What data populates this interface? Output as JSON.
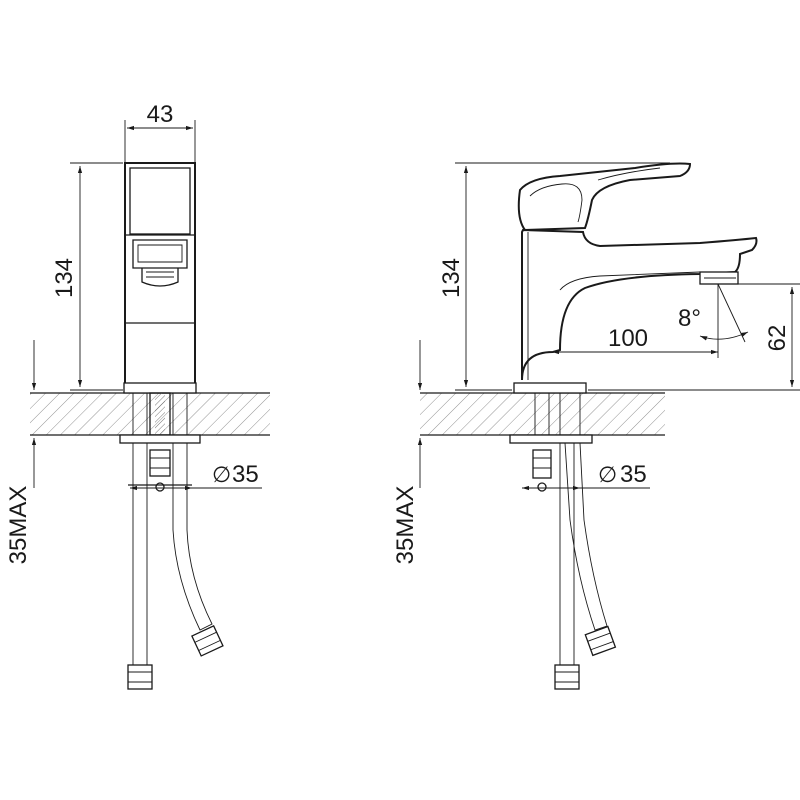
{
  "front_view": {
    "width_dimension": "43",
    "height_dimension": "134",
    "hole_diameter_symbol": "∅",
    "hole_diameter": "35",
    "max_thickness": "35MAX"
  },
  "side_view": {
    "height_dimension": "134",
    "reach_dimension": "100",
    "angle_dimension": "8°",
    "spout_height_dimension": "62",
    "hole_diameter_symbol": "∅",
    "hole_diameter": "35",
    "max_thickness": "35MAX"
  }
}
